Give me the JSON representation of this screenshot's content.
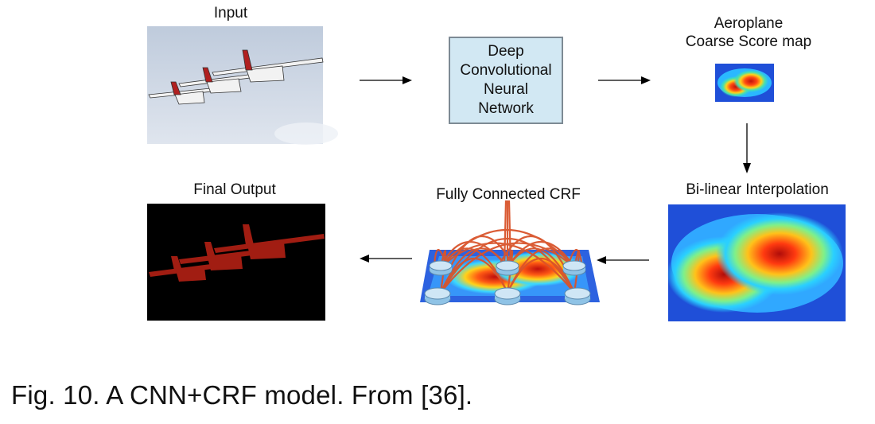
{
  "diagram": {
    "input_label": "Input",
    "cnn_label": "Deep Convolutional Neural Network",
    "score_label_line1": "Aeroplane",
    "score_label_line2": "Coarse Score map",
    "interp_label": "Bi-linear Interpolation",
    "crf_label": "Fully Connected CRF",
    "output_label": "Final Output"
  },
  "caption": "Fig. 10. A CNN+CRF model. From [36].",
  "colors": {
    "box_fill": "#d2e8f3",
    "box_border": "#7d8a94",
    "crf_edges": "#d9542b",
    "plane_mask": "#a11d12",
    "heat_bg": "#1f4fd8"
  }
}
